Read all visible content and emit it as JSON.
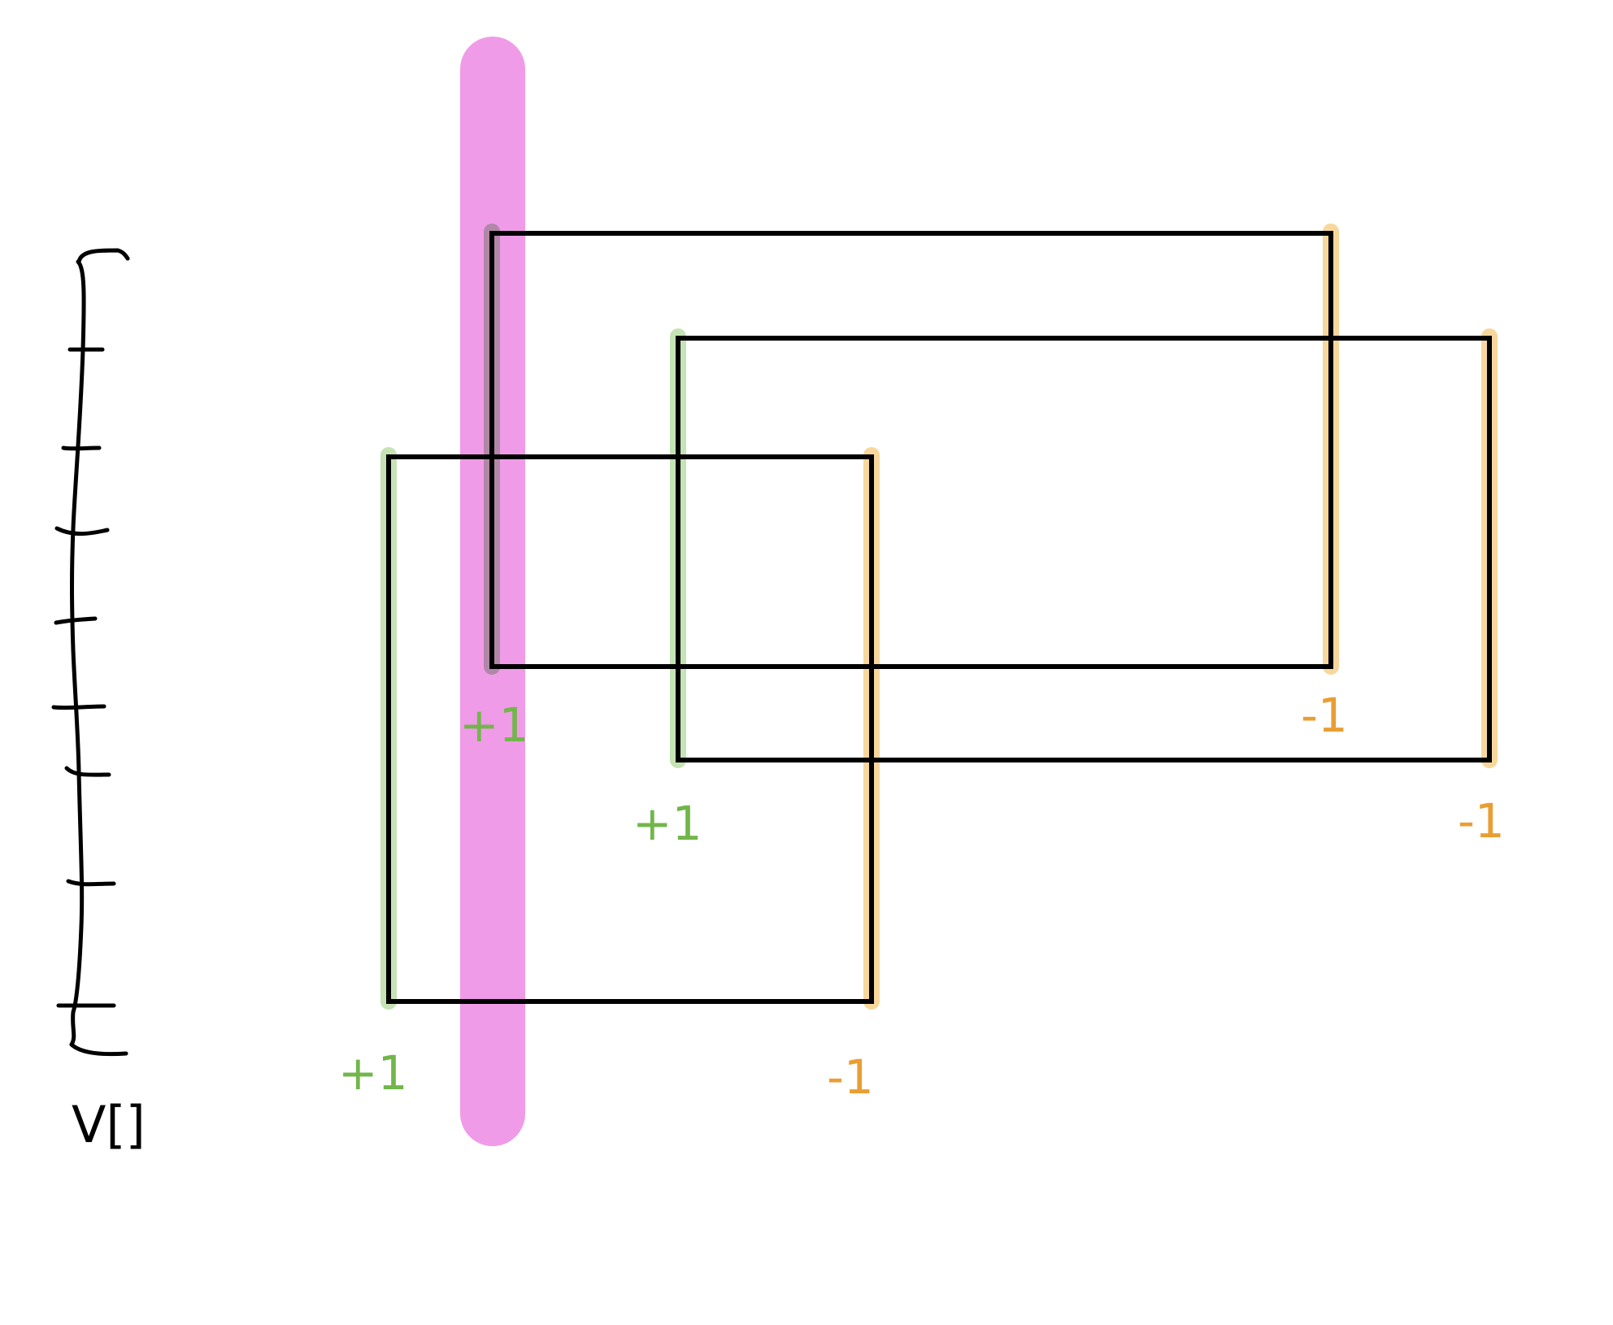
{
  "colors": {
    "ink": "#000000",
    "sweep": "#f09be8",
    "plus_edge": "#c5e3b4",
    "minus_edge": "#f7d79c",
    "plus_text": "#72b64b",
    "minus_text": "#e99e33",
    "background": "#ffffff"
  },
  "array_label": "V[]",
  "labels": {
    "rect_a_left": "+1",
    "rect_a_right": "-1",
    "rect_b_left": "+1",
    "rect_b_right": "-1",
    "rect_c_left": "+1",
    "rect_c_right": "-1"
  }
}
